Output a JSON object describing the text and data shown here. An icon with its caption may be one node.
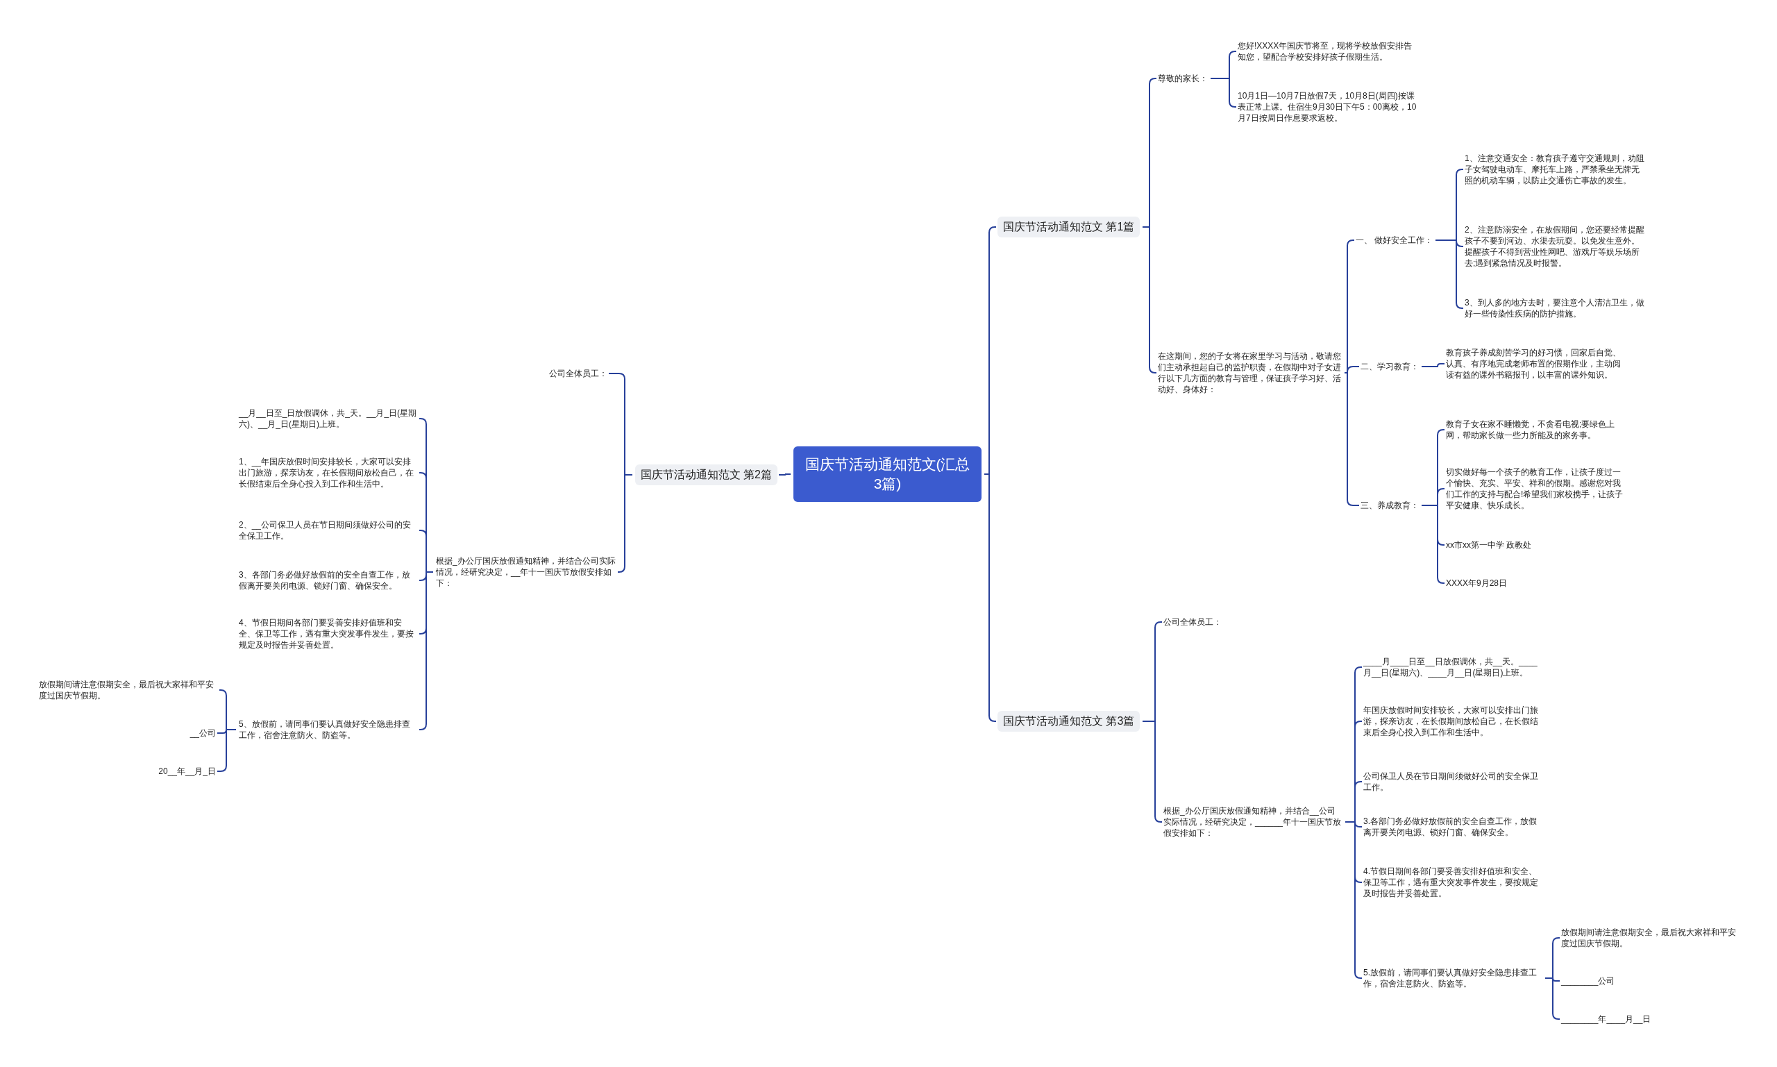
{
  "diagram": {
    "nodes": [
      {
        "text": [
          "国庆节活动通知范文(汇总3篇)"
        ]
      },
      {
        "text": [
          "国庆节活动通知范文 第1篇"
        ]
      },
      {
        "text": [
          "尊敬的家长："
        ]
      },
      {
        "text": [
          "您好!XXXX年国庆节将至，现将学校放假安排告知您，望配合学校安排好孩子假期生活。"
        ]
      },
      {
        "text": [
          "10月1日—10月7日放假7天，10月8日(周四)按课表正常上课。住宿生9月30日下午5：00离校，10月7日按周日作息要求返校。"
        ]
      },
      {
        "text": [
          "在这期间，您的子女将在家里学习与活动，敬请您们主动承担起自己的监护职责，在假期中对子女进行以下几方面的教育与管理，保证孩子学习好、活动好、身体好："
        ]
      },
      {
        "text": [
          "一、 做好安全工作："
        ]
      },
      {
        "text": [
          "1、注意交通安全：教育孩子遵守交通规则，劝阻子女驾驶电动车、摩托车上路，严禁乘坐无牌无照的机动车辆，以防止交通伤亡事故的发生。"
        ]
      },
      {
        "text": [
          "2、注意防溺安全，在放假期间，您还要经常提醒孩子不要到河边、水渠去玩耍。以免发生意外。提醒孩子不得到营业性网吧、游戏厅等娱乐场所去;遇到紧急情况及时报警。"
        ]
      },
      {
        "text": [
          "3、到人多的地方去时，要注意个人清洁卫生，做好一些传染性疾病的防护措施。"
        ]
      },
      {
        "text": [
          "二、学习教育："
        ]
      },
      {
        "text": [
          "教育孩子养成刻苦学习的好习惯，回家后自觉、认真、有序地完成老师布置的假期作业，主动阅读有益的课外书籍报刊，以丰富的课外知识。"
        ]
      },
      {
        "text": [
          "三、养成教育："
        ]
      },
      {
        "text": [
          "教育子女在家不睡懒觉，不贪看电视;要绿色上网，帮助家长做一些力所能及的家务事。"
        ]
      },
      {
        "text": [
          "切实做好每一个孩子的教育工作，让孩子度过一个愉快、充实、平安、祥和的假期。感谢您对我们工作的支持与配合!希望我们家校携手，让孩子平安健康、快乐成长。"
        ]
      },
      {
        "text": [
          "xx市xx第一中学 政教处"
        ]
      },
      {
        "text": [
          "XXXX年9月28日"
        ]
      },
      {
        "text": [
          "国庆节活动通知范文 第2篇"
        ]
      },
      {
        "text": [
          "公司全体员工："
        ]
      },
      {
        "text": [
          "根据_办公厅国庆放假通知精神，并结合公司实际情况，经研究决定，__年十一国庆节放假安排如下："
        ]
      },
      {
        "text": [
          "__月__日至_日放假调休，共_天。__月_日(星期六)、__月_日(星期日)上班。"
        ]
      },
      {
        "text": [
          "1、__年国庆放假时间安排较长，大家可以安排出门旅游，探亲访友，在长假期间放松自己，在长假结束后全身心投入到工作和生活中。"
        ]
      },
      {
        "text": [
          "2、__公司保卫人员在节日期间须做好公司的安全保卫工作。"
        ]
      },
      {
        "text": [
          "3、各部门务必做好放假前的安全自查工作，放假离开要关闭电源、锁好门窗、确保安全。"
        ]
      },
      {
        "text": [
          "4、节假日期间各部门要妥善安排好值班和安全、保卫等工作，遇有重大突发事件发生，要按规定及时报告并妥善处置。"
        ]
      },
      {
        "text": [
          "5、放假前，请同事们要认真做好安全隐患排查工作，宿舍注意防火、防盗等。"
        ]
      },
      {
        "text": [
          "放假期间请注意假期安全，最后祝大家祥和平安度过国庆节假期。"
        ]
      },
      {
        "text": [
          "__公司"
        ]
      },
      {
        "text": [
          "20__年__月_日"
        ]
      },
      {
        "text": [
          "国庆节活动通知范文 第3篇"
        ]
      },
      {
        "text": [
          "公司全体员工："
        ]
      },
      {
        "text": [
          "根据_办公厅国庆放假通知精神，并结合__公司实际情况，经研究决定，______年十一国庆节放假安排如下："
        ]
      },
      {
        "text": [
          "____月____日至__日放假调休，共__天。____月__日(星期六)、____月__日(星期日)上班。"
        ]
      },
      {
        "text": [
          "年国庆放假时间安排较长，大家可以安排出门旅游，探亲访友，在长假期间放松自己，在长假结束后全身心投入到工作和生活中。"
        ]
      },
      {
        "text": [
          "公司保卫人员在节日期间须做好公司的安全保卫工作。"
        ]
      },
      {
        "text": [
          "3.各部门务必做好放假前的安全自查工作，放假离开要关闭电源、锁好门窗、确保安全。"
        ]
      },
      {
        "text": [
          "4.节假日期间各部门要妥善安排好值班和安全、保卫等工作，遇有重大突发事件发生，要按规定及时报告并妥善处置。"
        ]
      },
      {
        "text": [
          "5.放假前，请同事们要认真做好安全隐患排查工作，宿舍注意防火、防盗等。"
        ]
      },
      {
        "text": [
          "放假期间请注意假期安全，最后祝大家祥和平安度过国庆节假期。"
        ]
      },
      {
        "text": [
          "________公司"
        ]
      },
      {
        "text": [
          "________年____月__日"
        ]
      }
    ],
    "edges": [
      {
        "from": 0,
        "to": 1,
        "arrow": "none"
      },
      {
        "from": 1,
        "to": 2,
        "arrow": "none"
      },
      {
        "from": 2,
        "to": 3,
        "arrow": "none"
      },
      {
        "from": 2,
        "to": 4,
        "arrow": "none"
      },
      {
        "from": 1,
        "to": 5,
        "arrow": "none"
      },
      {
        "from": 5,
        "to": 6,
        "arrow": "none"
      },
      {
        "from": 6,
        "to": 7,
        "arrow": "none"
      },
      {
        "from": 6,
        "to": 8,
        "arrow": "none"
      },
      {
        "from": 6,
        "to": 9,
        "arrow": "none"
      },
      {
        "from": 5,
        "to": 10,
        "arrow": "none"
      },
      {
        "from": 10,
        "to": 11,
        "arrow": "none"
      },
      {
        "from": 5,
        "to": 12,
        "arrow": "none"
      },
      {
        "from": 12,
        "to": 13,
        "arrow": "none"
      },
      {
        "from": 12,
        "to": 14,
        "arrow": "none"
      },
      {
        "from": 12,
        "to": 15,
        "arrow": "none"
      },
      {
        "from": 12,
        "to": 16,
        "arrow": "none"
      },
      {
        "from": 0,
        "to": 17,
        "arrow": "none"
      },
      {
        "from": 17,
        "to": 18,
        "arrow": "none"
      },
      {
        "from": 17,
        "to": 19,
        "arrow": "none"
      },
      {
        "from": 19,
        "to": 20,
        "arrow": "none"
      },
      {
        "from": 19,
        "to": 21,
        "arrow": "none"
      },
      {
        "from": 19,
        "to": 22,
        "arrow": "none"
      },
      {
        "from": 19,
        "to": 23,
        "arrow": "none"
      },
      {
        "from": 19,
        "to": 24,
        "arrow": "none"
      },
      {
        "from": 19,
        "to": 25,
        "arrow": "none"
      },
      {
        "from": 25,
        "to": 26,
        "arrow": "none"
      },
      {
        "from": 25,
        "to": 27,
        "arrow": "none"
      },
      {
        "from": 25,
        "to": 28,
        "arrow": "none"
      },
      {
        "from": 0,
        "to": 29,
        "arrow": "none"
      },
      {
        "from": 29,
        "to": 30,
        "arrow": "none"
      },
      {
        "from": 29,
        "to": 31,
        "arrow": "none"
      },
      {
        "from": 31,
        "to": 32,
        "arrow": "none"
      },
      {
        "from": 31,
        "to": 33,
        "arrow": "none"
      },
      {
        "from": 31,
        "to": 34,
        "arrow": "none"
      },
      {
        "from": 31,
        "to": 35,
        "arrow": "none"
      },
      {
        "from": 31,
        "to": 36,
        "arrow": "none"
      },
      {
        "from": 31,
        "to": 37,
        "arrow": "none"
      },
      {
        "from": 37,
        "to": 38,
        "arrow": "none"
      },
      {
        "from": 37,
        "to": 39,
        "arrow": "none"
      },
      {
        "from": 37,
        "to": 40,
        "arrow": "none"
      }
    ]
  }
}
